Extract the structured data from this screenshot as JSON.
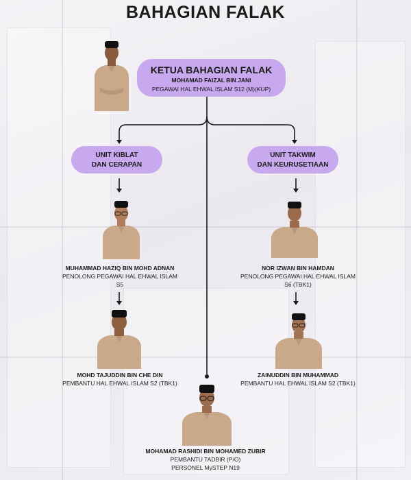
{
  "title": "BAHAGIAN FALAK",
  "head": {
    "role": "KETUA BAHAGIAN FALAK",
    "name": "MOHAMAD FAIZAL BIN JANI",
    "position": "PEGAWAI HAL EHWAL ISLAM S12 (M)(KUP)"
  },
  "units": [
    {
      "line1": "UNIT KIBLAT",
      "line2": "DAN CERAPAN"
    },
    {
      "line1": "UNIT TAKWIM",
      "line2": "DAN KEURUSETIAAN"
    }
  ],
  "staff": [
    {
      "name": "MUHAMMAD HAZIQ BIN MOHD ADNAN",
      "position": "PENOLONG PEGAWAI HAL EHWAL ISLAM",
      "grade": "S5"
    },
    {
      "name": "MOHD TAJUDDIN BIN CHE DIN",
      "position": "PEMBANTU HAL EHWAL ISLAM S2 (TBK1)"
    },
    {
      "name": "NOR IZWAN BIN HAMDAN",
      "position": "PENOLONG PEGAWAI HAL EHWAL ISLAM",
      "grade": "S6 (TBK1)"
    },
    {
      "name": "ZAINUDDIN BIN MUHAMMAD",
      "position": "PEMBANTU HAL EHWAL ISLAM S2 (TBK1)"
    },
    {
      "name": "MOHAMAD RASHIDI BIN MOHAMED ZUBIR",
      "position": "PEMBANTU TADBIR (P/O)",
      "extra": "PERSONEL MySTEP N19"
    }
  ],
  "colors": {
    "pill": "#c8a8ee",
    "shirt": "#c9a98a",
    "line": "#1a1a1a"
  }
}
